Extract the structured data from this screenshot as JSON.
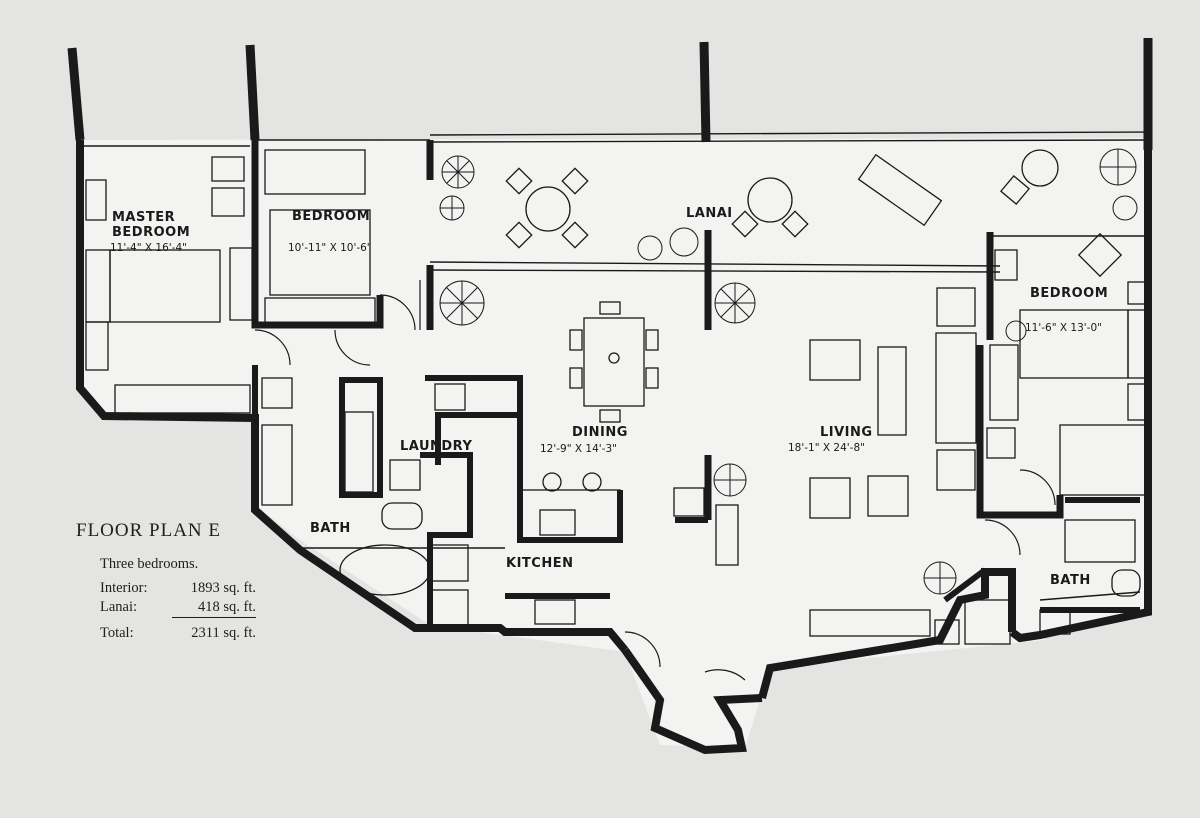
{
  "plan": {
    "title": "FLOOR PLAN E",
    "subtitle": "Three bedrooms.",
    "areas": [
      {
        "label": "Interior:",
        "value": "1893 sq. ft."
      },
      {
        "label": "Lanai:",
        "value": "418 sq. ft."
      },
      {
        "label": "Total:",
        "value": "2311 sq. ft."
      }
    ]
  },
  "rooms": {
    "master_bedroom": {
      "line1": "MASTER",
      "line2": "BEDROOM",
      "dims": "11'-4\" X 16'-4\""
    },
    "bedroom_2": {
      "name": "BEDROOM",
      "dims": "10'-11\" X 10'-6\""
    },
    "lanai": {
      "name": "LANAI"
    },
    "bedroom_3": {
      "name": "BEDROOM",
      "dims": "11'-6\" X 13'-0\""
    },
    "laundry": {
      "name": "LAUNDRY"
    },
    "dining": {
      "name": "DINING",
      "dims": "12'-9\" X 14'-3\""
    },
    "living": {
      "name": "LIVING",
      "dims": "18'-1\" X 24'-8\""
    },
    "bath_1": {
      "name": "BATH"
    },
    "kitchen": {
      "name": "KITCHEN"
    },
    "bath_2": {
      "name": "BATH"
    }
  },
  "colors": {
    "paper": "#e4e4e2",
    "floor": "#f3f3f1",
    "ink": "#1a1a1a"
  }
}
